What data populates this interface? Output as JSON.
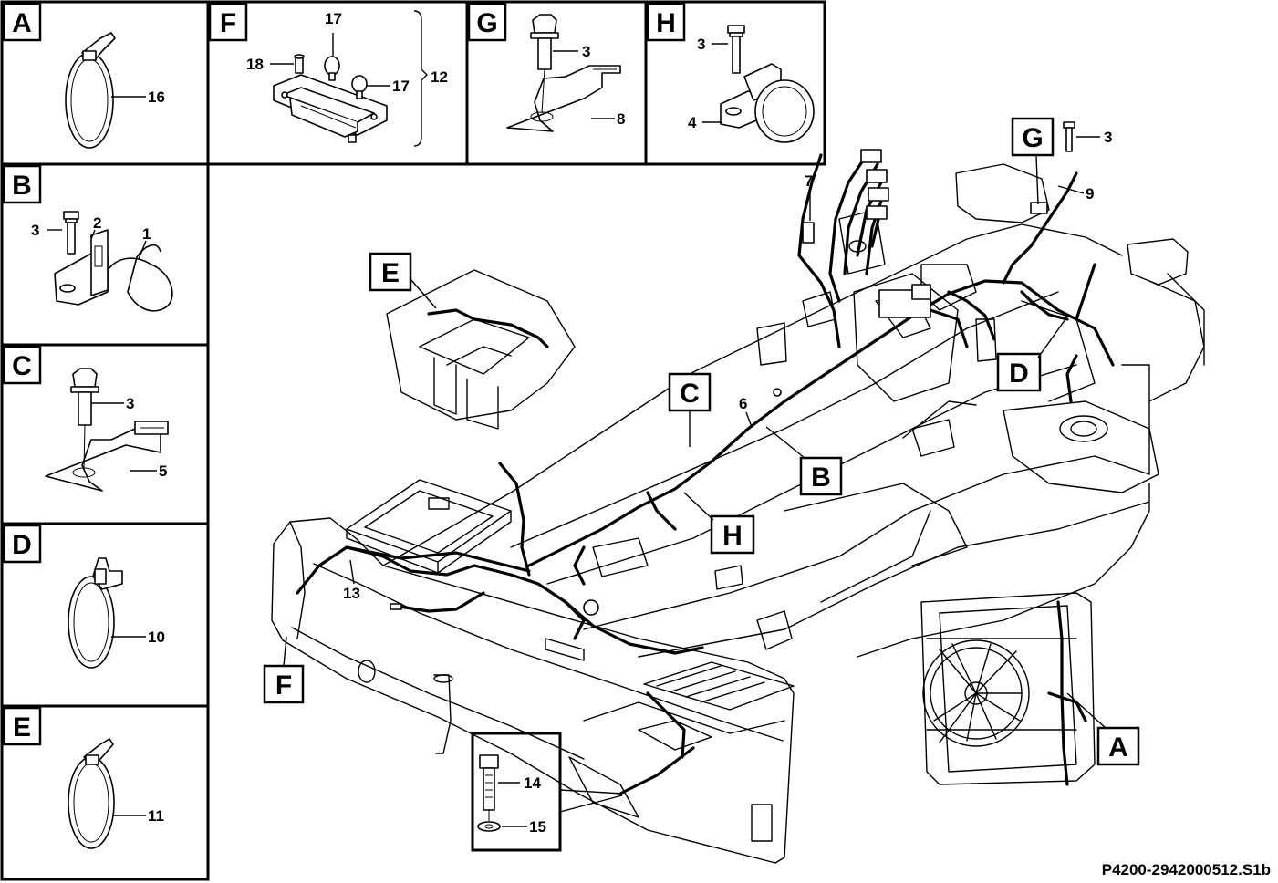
{
  "detail_panels": [
    {
      "id": "A",
      "label": "A"
    },
    {
      "id": "B",
      "label": "B"
    },
    {
      "id": "C",
      "label": "C"
    },
    {
      "id": "D",
      "label": "D"
    },
    {
      "id": "E",
      "label": "E"
    },
    {
      "id": "F",
      "label": "F"
    },
    {
      "id": "G",
      "label": "G"
    },
    {
      "id": "H",
      "label": "H"
    }
  ],
  "part_numbers": {
    "p1": "1",
    "p2": "2",
    "p3": "3",
    "p4": "4",
    "p5": "5",
    "p6": "6",
    "p7": "7",
    "p8": "8",
    "p9": "9",
    "p10": "10",
    "p11": "11",
    "p12": "12",
    "p13": "13",
    "p14": "14",
    "p15": "15",
    "p16": "16",
    "p17": "17",
    "p18": "18"
  },
  "callouts": {
    "A": "A",
    "B": "B",
    "C": "C",
    "D": "D",
    "E": "E",
    "F": "F",
    "G": "G",
    "H": "H"
  },
  "drawing_number": "P4200-2942000512.S1b"
}
